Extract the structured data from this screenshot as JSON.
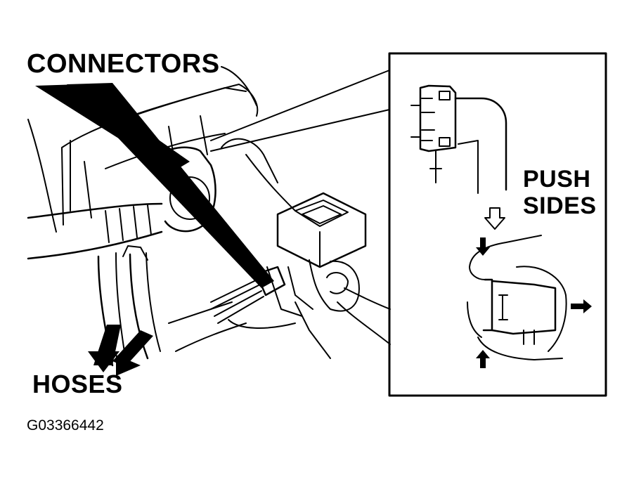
{
  "labels": {
    "connectors": "CONNECTORS",
    "push_line1": "PUSH",
    "push_line2": "SIDES",
    "hoses": "HOSES",
    "figure_id": "G03366442"
  },
  "colors": {
    "ink": "#000000",
    "paper": "#ffffff"
  }
}
